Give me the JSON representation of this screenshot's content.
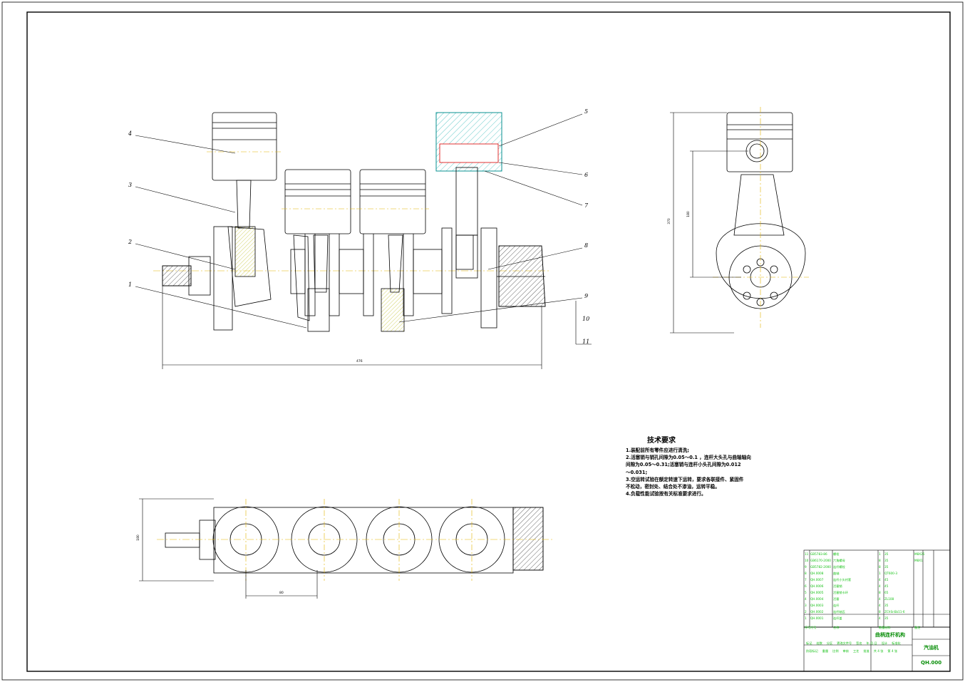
{
  "tech_req": {
    "title": "技术要求",
    "lines": [
      "1.装配前所有零件应进行清洗;",
      "2.活塞销与销孔间隙为0.05～0.1 ，连杆大头孔与曲轴轴向",
      "间隙为0.05～0.31;活塞销与连杆小头孔间隙为0.012",
      "～0.031;",
      "3.空运转试验在额定转速下运转，要求各联接件、紧固件",
      "不松动，密封处、结合处不渗油，运转平稳。",
      "4.负载性能试验按有关标准要求进行。"
    ]
  },
  "callouts": [
    "1",
    "2",
    "3",
    "4",
    "5",
    "6",
    "7",
    "8",
    "9",
    "10",
    "11"
  ],
  "dimensions": {
    "overall_length": "476",
    "side_total": "370",
    "side_partial": "180",
    "bottom_height": "180",
    "bottom_pitch": "80"
  },
  "parts_list": {
    "rows": [
      {
        "no": "11",
        "code": "GB5783-86",
        "name": "螺栓",
        "qty": "1",
        "mat": "35",
        "note": "M8X25"
      },
      {
        "no": "10",
        "code": "GB6170-2000",
        "name": "六角螺母",
        "qty": "8",
        "mat": "35",
        "note": "M8X1"
      },
      {
        "no": "9",
        "code": "GB5782-2000",
        "name": "连杆螺栓",
        "qty": "8",
        "mat": "35",
        "note": ""
      },
      {
        "no": "8",
        "code": "QH.0008",
        "name": "曲轴",
        "qty": "1",
        "mat": "QT600-3",
        "note": ""
      },
      {
        "no": "7",
        "code": "QH.0007",
        "name": "连杆小头衬套",
        "qty": "4",
        "mat": "45",
        "note": ""
      },
      {
        "no": "6",
        "code": "QH.0006",
        "name": "活塞销",
        "qty": "4",
        "mat": "45",
        "note": ""
      },
      {
        "no": "5",
        "code": "QH.0005",
        "name": "活塞销卡环",
        "qty": "8",
        "mat": "65",
        "note": ""
      },
      {
        "no": "4",
        "code": "QH.0004",
        "name": "活塞",
        "qty": "4",
        "mat": "ZL108",
        "note": ""
      },
      {
        "no": "3",
        "code": "QH.0003",
        "name": "连杆",
        "qty": "4",
        "mat": "35",
        "note": ""
      },
      {
        "no": "2",
        "code": "QH.0002",
        "name": "连杆轴瓦",
        "qty": "8",
        "mat": "ZChSnSb11-6",
        "note": ""
      },
      {
        "no": "1",
        "code": "QH.0001",
        "name": "连杆盖",
        "qty": "4",
        "mat": "35",
        "note": ""
      }
    ],
    "header": {
      "no": "序号",
      "code": "代号",
      "name": "名称",
      "qty": "数量",
      "mat": "材料",
      "note": "备注"
    }
  },
  "title_block": {
    "drawing_name": "曲柄连杆机构",
    "company": "汽油机",
    "drawing_no": "QH.000",
    "small_labels": [
      "标记",
      "处数",
      "分区",
      "更改文件号",
      "签名",
      "年.月.日",
      "设计",
      "标准化",
      "阶段标记",
      "重量",
      "比例",
      "审核",
      "工艺",
      "批准",
      "共 4 张",
      "第 4 张"
    ]
  },
  "colors": {
    "outline": "#000000",
    "centerline": "#e3b400",
    "section": "#00a8a8",
    "hatch": "#b3b300",
    "titletext": "#0a8f0a",
    "redline": "#dd0000"
  }
}
